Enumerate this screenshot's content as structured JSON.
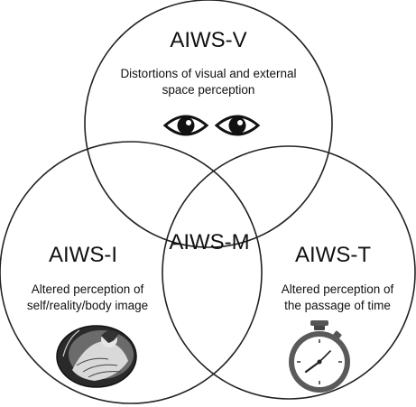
{
  "diagram": {
    "circle_v": {
      "title": "AIWS-V",
      "desc_line1": "Distortions of visual and external",
      "desc_line2": "space perception",
      "icon": "eyes-icon"
    },
    "circle_i": {
      "title": "AIWS-I",
      "desc_line1": "Altered perception of",
      "desc_line2": "self/reality/body image",
      "icon": "engraving-figure-icon"
    },
    "circle_t": {
      "title": "AIWS-T",
      "desc_line1": "Altered perception of",
      "desc_line2": "the passage of time",
      "icon": "stopwatch-icon"
    },
    "center": {
      "title": "AIWS-M"
    },
    "colors": {
      "stroke": "#222222",
      "text": "#111111"
    }
  }
}
